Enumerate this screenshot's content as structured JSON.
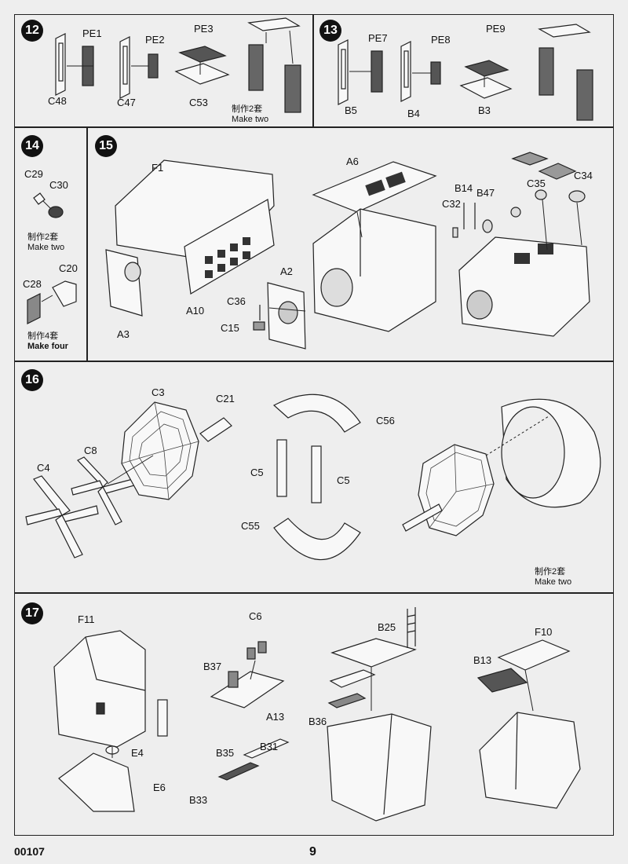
{
  "footer": {
    "catalog_number": "00107",
    "page_number": "9"
  },
  "steps": [
    {
      "number": "12",
      "labels": [
        "PE1",
        "PE2",
        "PE3",
        "C48",
        "C47",
        "C53"
      ],
      "note_cn": "制作2套",
      "note_en": "Make two"
    },
    {
      "number": "13",
      "labels": [
        "PE7",
        "PE8",
        "PE9",
        "B5",
        "B4",
        "B3"
      ]
    },
    {
      "number": "14",
      "labels": [
        "C29",
        "C30",
        "C28",
        "C20"
      ],
      "note1_cn": "制作2套",
      "note1_en": "Make two",
      "note2_cn": "制作4套",
      "note2_en": "Make four"
    },
    {
      "number": "15",
      "labels": [
        "F1",
        "A6",
        "B14",
        "B47",
        "C35",
        "C34",
        "C32",
        "A3",
        "A10",
        "A2",
        "C36",
        "C15"
      ]
    },
    {
      "number": "16",
      "labels": [
        "C3",
        "C21",
        "C8",
        "C4",
        "C56",
        "C5",
        "C5",
        "C55"
      ],
      "note_cn": "制作2套",
      "note_en": "Make two"
    },
    {
      "number": "17",
      "labels": [
        "F11",
        "C6",
        "B25",
        "F10",
        "B37",
        "B13",
        "A13",
        "B36",
        "E4",
        "B35",
        "B31",
        "E6",
        "B33"
      ]
    }
  ]
}
